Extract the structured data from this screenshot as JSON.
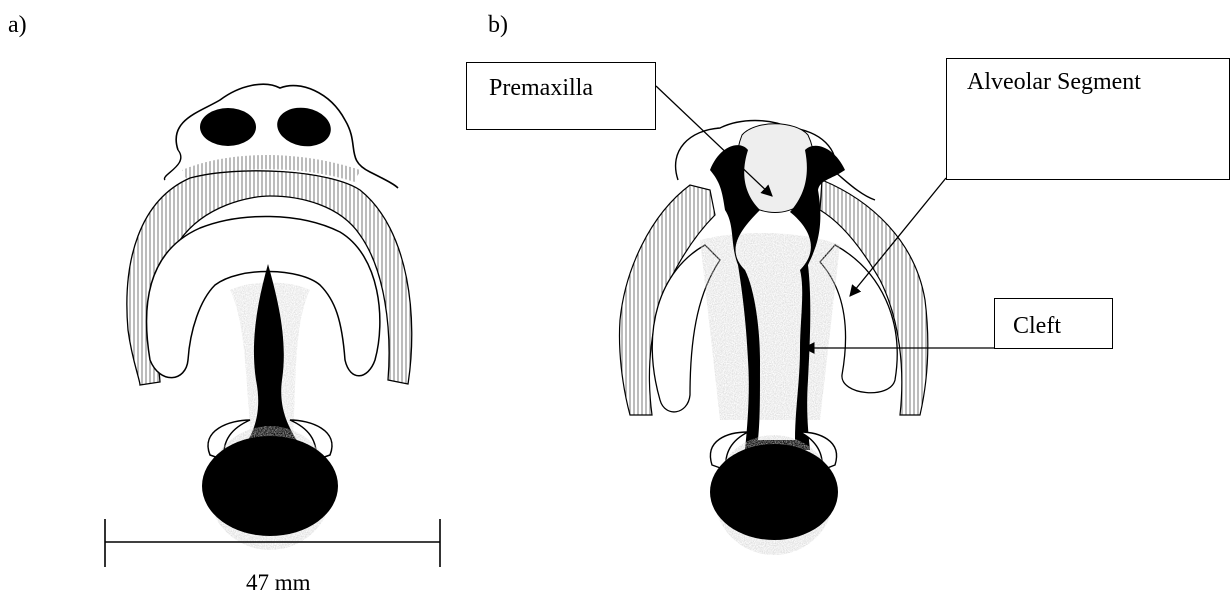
{
  "panels": {
    "a": {
      "label": "a)"
    },
    "b": {
      "label": "b)"
    }
  },
  "callouts": {
    "premaxilla": "Premaxilla",
    "alveolar_segment": "Alveolar Segment",
    "cleft": "Cleft"
  },
  "scale_bar": {
    "label": "47 mm"
  },
  "colors": {
    "ink": "#000000",
    "stipple": "#b5b5b5",
    "paper": "#ffffff"
  }
}
